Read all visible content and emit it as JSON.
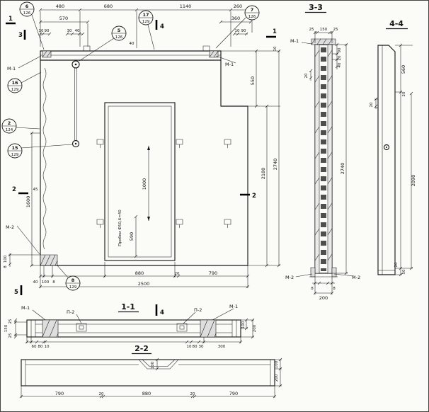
{
  "titles": {
    "s33": "3-3",
    "s44": "4-4",
    "s11": "1-1",
    "s22": "2-2"
  },
  "marks": {
    "m1a": "1",
    "m1b": "1",
    "m2l": "2",
    "m2r": "2",
    "m3": "3",
    "m4": "4",
    "m4b": "4",
    "m5": "5"
  },
  "labels": {
    "m1": "М-1",
    "m2": "М-2",
    "p2": "П-2"
  },
  "callouts": {
    "c6": {
      "n": "6",
      "s": "126"
    },
    "c17": {
      "n": "17",
      "s": "129"
    },
    "c7": {
      "n": "7",
      "s": "126"
    },
    "c5": {
      "n": "5",
      "s": "126"
    },
    "c16": {
      "n": "16",
      "s": "129"
    },
    "c2": {
      "n": "2",
      "s": "124"
    },
    "c15": {
      "n": "15",
      "s": "129"
    },
    "c8": {
      "n": "8",
      "s": "129"
    }
  },
  "dims": {
    "main": {
      "t480": "480",
      "t680": "680",
      "t1140": "1140",
      "t260": "260",
      "t570": "570",
      "t360": "360",
      "t30": "30",
      "t40": "40",
      "t10l": "10",
      "t90l": "90",
      "t10r": "10",
      "t90r": "90",
      "t10v": "10",
      "t40b": "40",
      "r550": "550",
      "r2180": "2180",
      "r2740": "2740",
      "l1600": "1600",
      "l45": "45",
      "l100": "100",
      "l8": "8",
      "o1000": "1000",
      "o590": "590",
      "oplugs": "Пробки Ф50,6=40",
      "b40": "40",
      "b100": "100",
      "b8": "8",
      "b880": "880",
      "b20": "20",
      "b790": "790",
      "b2500": "2500"
    },
    "s33": {
      "w25a": "25",
      "w150": "150",
      "w25b": "25",
      "r90": "90",
      "r20": "20",
      "r40": "40",
      "l20": "20",
      "h2740": "2740",
      "b8a": "8",
      "b8b": "8",
      "w200": "200"
    },
    "s44": {
      "l20": "20",
      "r560": "560",
      "r20a": "20",
      "r2090": "2090",
      "r20b": "20",
      "r50": "50"
    },
    "s11": {
      "l25a": "25",
      "l150": "150",
      "l25b": "25",
      "bl60": "60",
      "bl80": "80",
      "bl10": "10",
      "br10": "10",
      "br80": "80",
      "br30": "30",
      "br300": "300",
      "r100": "100",
      "r200": "200"
    },
    "s22": {
      "v100": "100",
      "r100": "100",
      "r200": "200",
      "b790a": "790",
      "b20a": "20",
      "b880": "880",
      "b20b": "20",
      "b790b": "790"
    }
  }
}
